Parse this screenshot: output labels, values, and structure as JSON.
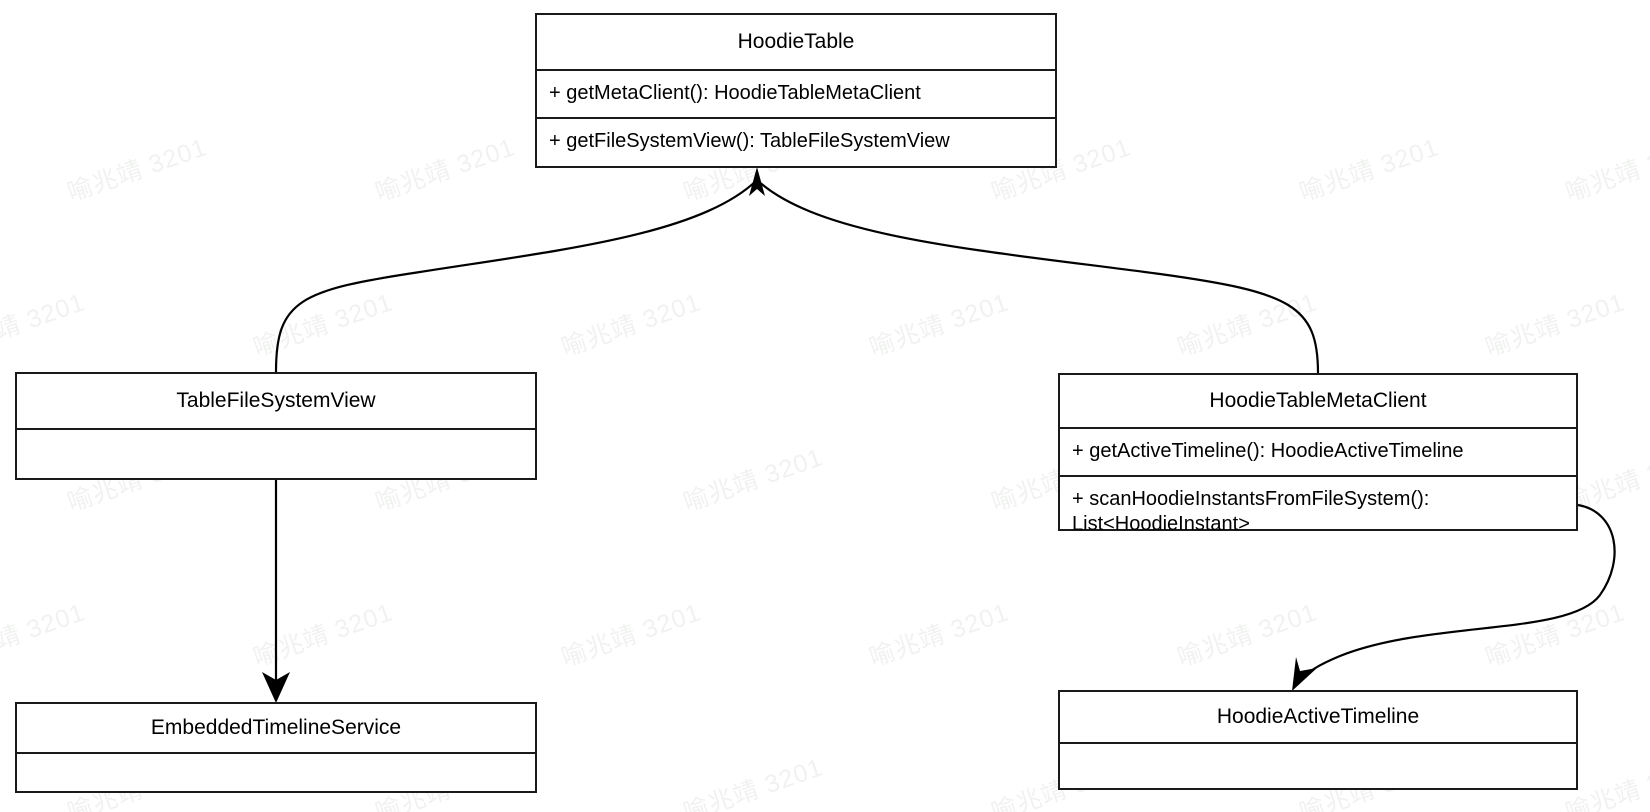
{
  "diagram": {
    "type": "uml-class-diagram",
    "background_color": "#ffffff",
    "line_color": "#000000",
    "box_border_color": "#1a1a1a"
  },
  "watermark": {
    "text": "喻兆靖 3201",
    "color": "#f0f2f0"
  },
  "classes": {
    "hoodie_table": {
      "name": "HoodieTable",
      "members": [
        "+ getMetaClient(): HoodieTableMetaClient",
        "+ getFileSystemView(): TableFileSystemView"
      ]
    },
    "table_file_system_view": {
      "name": "TableFileSystemView",
      "members": []
    },
    "hoodie_table_meta_client": {
      "name": "HoodieTableMetaClient",
      "members": [
        "+ getActiveTimeline(): HoodieActiveTimeline",
        "+ scanHoodieInstantsFromFileSystem():\nList<HoodieInstant>"
      ]
    },
    "embedded_timeline_service": {
      "name": "EmbeddedTimelineService",
      "members": []
    },
    "hoodie_active_timeline": {
      "name": "HoodieActiveTimeline",
      "members": []
    }
  },
  "edges": [
    {
      "id": "tablefilesystemview-to-hoodietable",
      "from": "TableFileSystemView",
      "to": "HoodieTable",
      "style": "curved",
      "arrow": "open-arrow-at-target"
    },
    {
      "id": "hoodietablemetaclient-to-hoodietable",
      "from": "HoodieTableMetaClient",
      "to": "HoodieTable",
      "style": "curved",
      "arrow": "open-arrow-at-target"
    },
    {
      "id": "tablefilesystemview-to-embeddedtimelineservice",
      "from": "TableFileSystemView",
      "to": "EmbeddedTimelineService",
      "style": "straight",
      "arrow": "filled-arrow-at-target"
    },
    {
      "id": "hoodietablemetaclient-to-hoodieactivetimeline",
      "from": "HoodieTableMetaClient",
      "to": "HoodieActiveTimeline",
      "style": "curved-loop",
      "arrow": "filled-arrow-at-target"
    }
  ]
}
